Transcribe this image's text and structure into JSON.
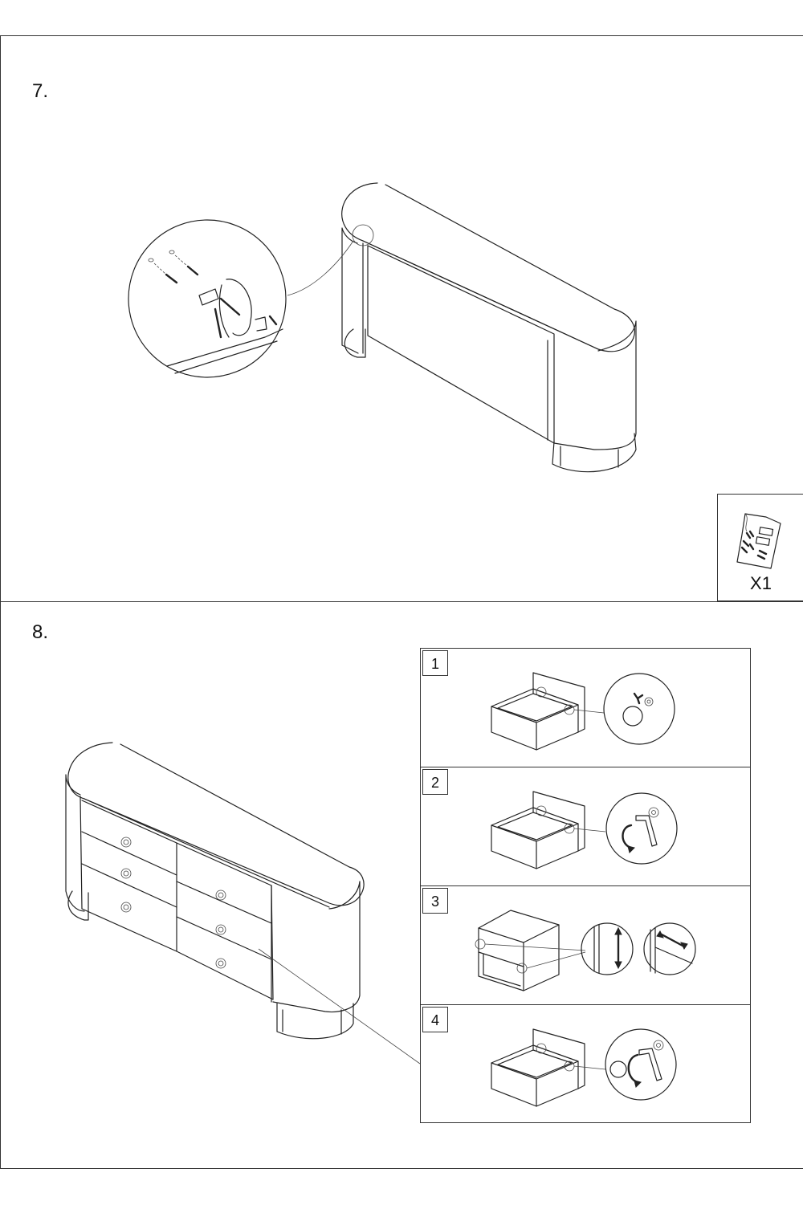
{
  "steps": {
    "step7": {
      "label": "7."
    },
    "step8": {
      "label": "8."
    }
  },
  "kit": {
    "icon": "instruction-manual-icon",
    "count": "X1"
  },
  "substeps": [
    {
      "num": "1",
      "icon": "drawer-knob-icon"
    },
    {
      "num": "2",
      "icon": "hex-key-tighten-icon"
    },
    {
      "num": "3",
      "icon": "drawer-adjust-icon"
    },
    {
      "num": "4",
      "icon": "hex-key-tighten-icon"
    }
  ]
}
